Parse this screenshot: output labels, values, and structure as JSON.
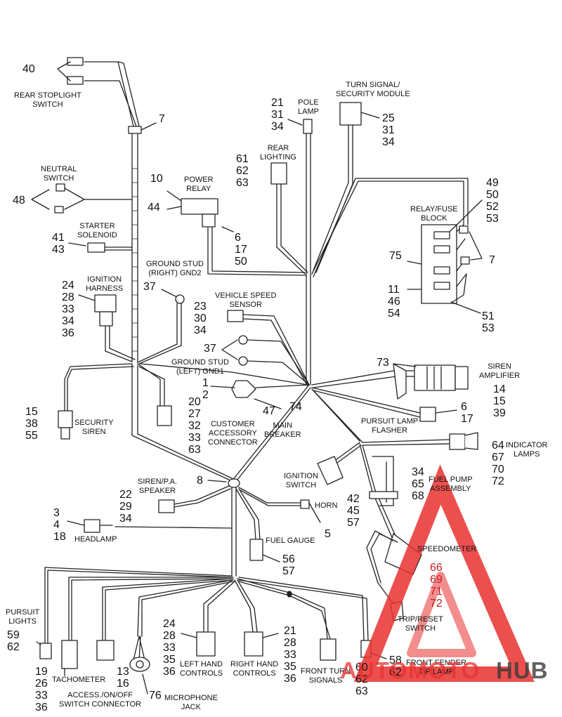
{
  "brand": {
    "color_red": "#e8312f",
    "color_dark": "#3a3a3a",
    "color_gold": "#d4a52a"
  },
  "components": [
    {
      "id": "rear_stoplight_switch",
      "name": "REAR STOPLIGHT\nSWITCH",
      "refs": [
        "40"
      ]
    },
    {
      "id": "neutral_switch",
      "name": "NEUTRAL\nSWITCH",
      "refs": [
        "48"
      ]
    },
    {
      "id": "starter_solenoid",
      "name": "STARTER\nSOLENOID",
      "refs": [
        "41",
        "43"
      ]
    },
    {
      "id": "ignition_harness",
      "name": "IGNITION\nHARNESS",
      "refs": [
        "24",
        "28",
        "33",
        "34",
        "36"
      ]
    },
    {
      "id": "security_siren",
      "name": "SECURITY\nSIREN",
      "refs": [
        "15",
        "38",
        "55"
      ]
    },
    {
      "id": "power_relay",
      "name": "POWER\nRELAY",
      "refs": [
        "10",
        "44",
        "6",
        "17",
        "50"
      ]
    },
    {
      "id": "ground_stud_right",
      "name": "GROUND STUD\n(RIGHT) GND2",
      "refs": [
        "37"
      ]
    },
    {
      "id": "pole_lamp",
      "name": "POLE\nLAMP",
      "refs": [
        "21",
        "31",
        "34"
      ]
    },
    {
      "id": "turn_signal_module",
      "name": "TURN SIGNAL/\nSECURITY MODULE",
      "refs": [
        "25",
        "31",
        "34"
      ]
    },
    {
      "id": "rear_lighting",
      "name": "REAR\nLIGHTING",
      "refs": [
        "61",
        "62",
        "63"
      ]
    },
    {
      "id": "relay_fuse_block",
      "name": "RELAY/FUSE\nBLOCK",
      "refs": [
        "49",
        "50",
        "52",
        "53",
        "75",
        "7",
        "11",
        "46",
        "54",
        "51",
        "53"
      ]
    },
    {
      "id": "vehicle_speed_sensor",
      "name": "VEHICLE SPEED\nSENSOR",
      "refs": [
        "23",
        "30",
        "34"
      ]
    },
    {
      "id": "ground_stud_left",
      "name": "GROUND STUD\n(LEFT) GND1",
      "refs": [
        "37"
      ]
    },
    {
      "id": "siren_amplifier",
      "name": "SIREN\nAMPLIFIER",
      "refs": [
        "73",
        "14",
        "15",
        "39"
      ]
    },
    {
      "id": "main_breaker",
      "name": "MAIN\nBREAKER",
      "refs": [
        "1",
        "2",
        "74"
      ]
    },
    {
      "id": "customer_accessory_connector",
      "name": "CUSTOMER\nACCESSORY\nCONNECTOR",
      "refs": [
        "20",
        "27",
        "32",
        "33",
        "63",
        "47"
      ]
    },
    {
      "id": "pursuit_lamp_flasher",
      "name": "PURSUIT LAMP\nFLASHER",
      "refs": [
        "6",
        "17"
      ]
    },
    {
      "id": "indicator_lamps",
      "name": "INDICATOR\nLAMPS",
      "refs": [
        "64",
        "67",
        "70",
        "72"
      ]
    },
    {
      "id": "ignition_switch",
      "name": "IGNITION\nSWITCH",
      "refs": [
        "42",
        "45",
        "57"
      ]
    },
    {
      "id": "fuel_pump_assembly",
      "name": "FUEL PUMP\nASSEMBLY",
      "refs": [
        "34",
        "65",
        "68"
      ]
    },
    {
      "id": "siren_pa_speaker",
      "name": "SIREN/P.A.\nSPEAKER",
      "refs": [
        "22",
        "29",
        "34"
      ]
    },
    {
      "id": "horn",
      "name": "HORN",
      "refs": [
        "5"
      ]
    },
    {
      "id": "headlamp",
      "name": "HEADLAMP",
      "refs": [
        "3",
        "4",
        "18"
      ]
    },
    {
      "id": "fuel_gauge",
      "name": "FUEL GAUGE",
      "refs": [
        "56",
        "57"
      ]
    },
    {
      "id": "speedometer",
      "name": "SPEEDOMETER",
      "refs": [
        "66",
        "69",
        "71",
        "72"
      ]
    },
    {
      "id": "trip_reset_switch",
      "name": "TRIP/RESET\nSWITCH",
      "refs": []
    },
    {
      "id": "pursuit_lights",
      "name": "PURSUIT\nLIGHTS",
      "refs": [
        "59",
        "62"
      ]
    },
    {
      "id": "tachometer",
      "name": "TACHOMETER",
      "refs": [
        "19",
        "26",
        "33",
        "36"
      ]
    },
    {
      "id": "access_switch_connector",
      "name": "ACCESS./ON/OFF\nSWITCH CONNECTOR",
      "refs": [
        "13",
        "16"
      ]
    },
    {
      "id": "microphone_jack",
      "name": "MICROPHONE\nJACK",
      "refs": [
        "76"
      ]
    },
    {
      "id": "left_hand_controls",
      "name": "LEFT HAND\nCONTROLS",
      "refs": [
        "24",
        "28",
        "33",
        "35",
        "36"
      ]
    },
    {
      "id": "right_hand_controls",
      "name": "RIGHT HAND\nCONTROLS",
      "refs": [
        "21",
        "28",
        "33",
        "35",
        "36"
      ]
    },
    {
      "id": "front_turn_signals",
      "name": "FRONT TURN\nSIGNALS",
      "refs": [
        "60",
        "62",
        "63"
      ]
    },
    {
      "id": "front_fender_tip_lamp",
      "name": "FRONT FENDER\nTIP LAMP",
      "refs": [
        "58",
        "62"
      ]
    }
  ],
  "standalone_refs": {
    "clip_upper": "7",
    "junction_8": "8"
  },
  "watermark": {
    "text_red": "AUTOMOTO",
    "text_dark": "HUB"
  }
}
